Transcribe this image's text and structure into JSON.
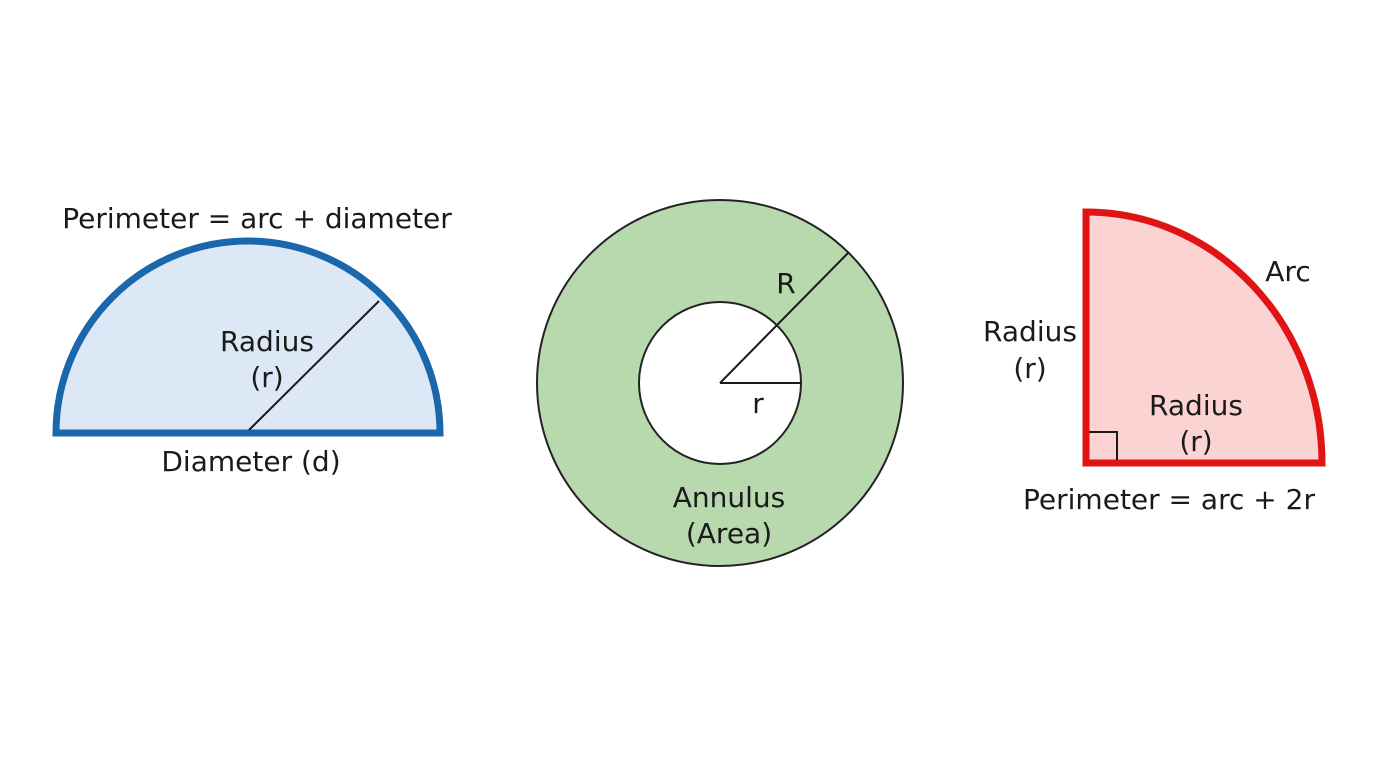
{
  "semicircle": {
    "top_label": "Perimeter = arc + diameter",
    "radius_label_line1": "Radius",
    "radius_label_line2": "(r)",
    "bottom_label": "Diameter (d)",
    "stroke_color": "#1a67ac",
    "fill_color": "#dce8f5"
  },
  "annulus": {
    "outer_radius_label": "R",
    "inner_radius_label": "r",
    "area_label_line1": "Annulus",
    "area_label_line2": "(Area)",
    "fill_color": "#b8d8ae",
    "stroke_color": "#222222"
  },
  "quarter_circle": {
    "arc_label": "Arc",
    "side_radius_label_line1": "Radius",
    "side_radius_label_line2": "(r)",
    "inner_radius_label_line1": "Radius",
    "inner_radius_label_line2": "(r)",
    "bottom_label": "Perimeter = arc + 2r",
    "stroke_color": "#e11414",
    "fill_color": "#fbd3d3"
  }
}
